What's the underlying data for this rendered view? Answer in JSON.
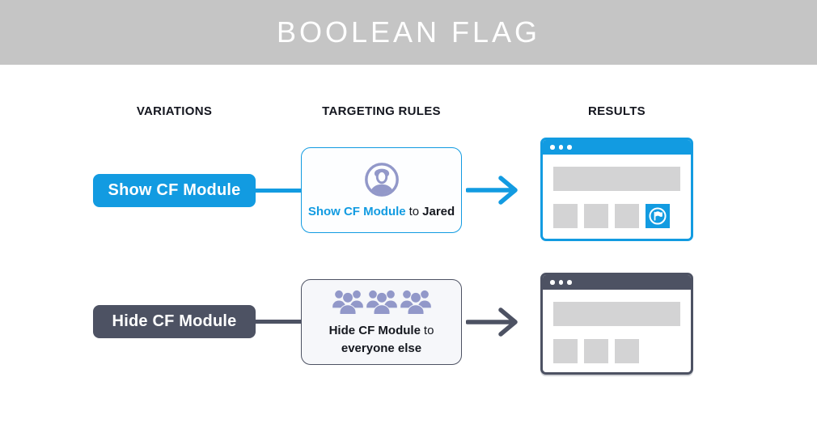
{
  "banner": {
    "title": "BOOLEAN FLAG"
  },
  "column_headers": {
    "variations": "VARIATIONS",
    "targeting": "TARGETING RULES",
    "results": "RESULTS"
  },
  "colors": {
    "banner-bg": "#c5c5c5",
    "blue": "#129be1",
    "dark": "#4d5263",
    "periwinkle": "#9298c9",
    "placeholder": "#d3d3d4",
    "text": "#15181f"
  },
  "rows": [
    {
      "variation": {
        "label": "Show CF Module",
        "color": "#129be1"
      },
      "rule": {
        "icon": "user-circle-icon",
        "action": "Show CF Module",
        "connector": "to",
        "target": "Jared"
      },
      "result": {
        "window_accent": "#129be1",
        "module_visible": true,
        "module_icon": "flag-circle-icon",
        "placeholder_blocks": 3
      }
    },
    {
      "variation": {
        "label": "Hide CF Module",
        "color": "#4d5263"
      },
      "rule": {
        "icon": "users-crowd-icon",
        "action": "Hide CF Module",
        "connector": "to",
        "target": "everyone else"
      },
      "result": {
        "window_accent": "#4d5263",
        "module_visible": false,
        "placeholder_blocks": 3
      }
    }
  ]
}
